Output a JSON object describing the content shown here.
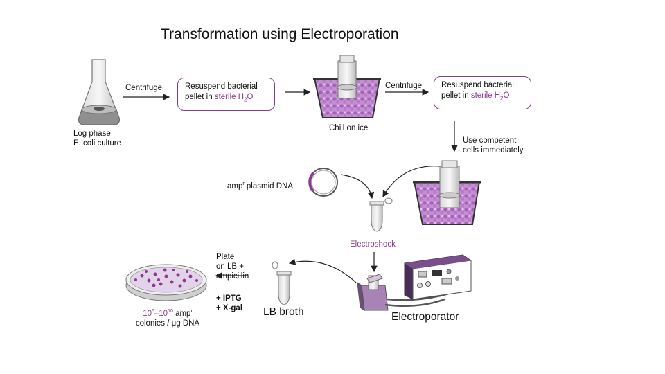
{
  "title": "Transformation using Electroporation",
  "steps": {
    "culture_label_1": "Log phase",
    "culture_label_2": "E. coli culture",
    "centrifuge_1": "Centrifuge",
    "resuspend_1_line1": "Resuspend bacterial",
    "resuspend_1_line2_pre": "pellet in ",
    "resuspend_1_line2_highlight": "sterile",
    "resuspend_1_line2_post": " H",
    "resuspend_1_sub": "2",
    "resuspend_1_tail": "O",
    "chill": "Chill on ice",
    "centrifuge_2": "Centrifuge",
    "resuspend_2_line1": "Resuspend bacterial",
    "resuspend_2_line2_pre": "pellet in ",
    "resuspend_2_line2_highlight": "sterile",
    "resuspend_2_line2_post": " H",
    "resuspend_2_sub": "2",
    "resuspend_2_tail": "O",
    "competent_1": "Use competent",
    "competent_2": "cells immediately",
    "plasmid_pre": "amp",
    "plasmid_sup": "r",
    "plasmid_post": " plasmid DNA",
    "electroshock": "Electroshock",
    "plate_1": "Plate",
    "plate_2": "on LB +",
    "plate_3": "ampicillin",
    "iptg": "+ IPTG",
    "xgal": "+ X-gal",
    "lb_broth": "LB broth",
    "electroporator": "Electroporator",
    "colonies_pre": "10",
    "colonies_sup1": "6",
    "colonies_mid": "–10",
    "colonies_sup2": "10",
    "colonies_amp": " amp",
    "colonies_sup3": "r",
    "colonies_line2": "colonies / μg DNA"
  },
  "colors": {
    "accent": "#8a3b8f",
    "light_purple": "#c9a3d6",
    "ice": "#b67fc6"
  }
}
